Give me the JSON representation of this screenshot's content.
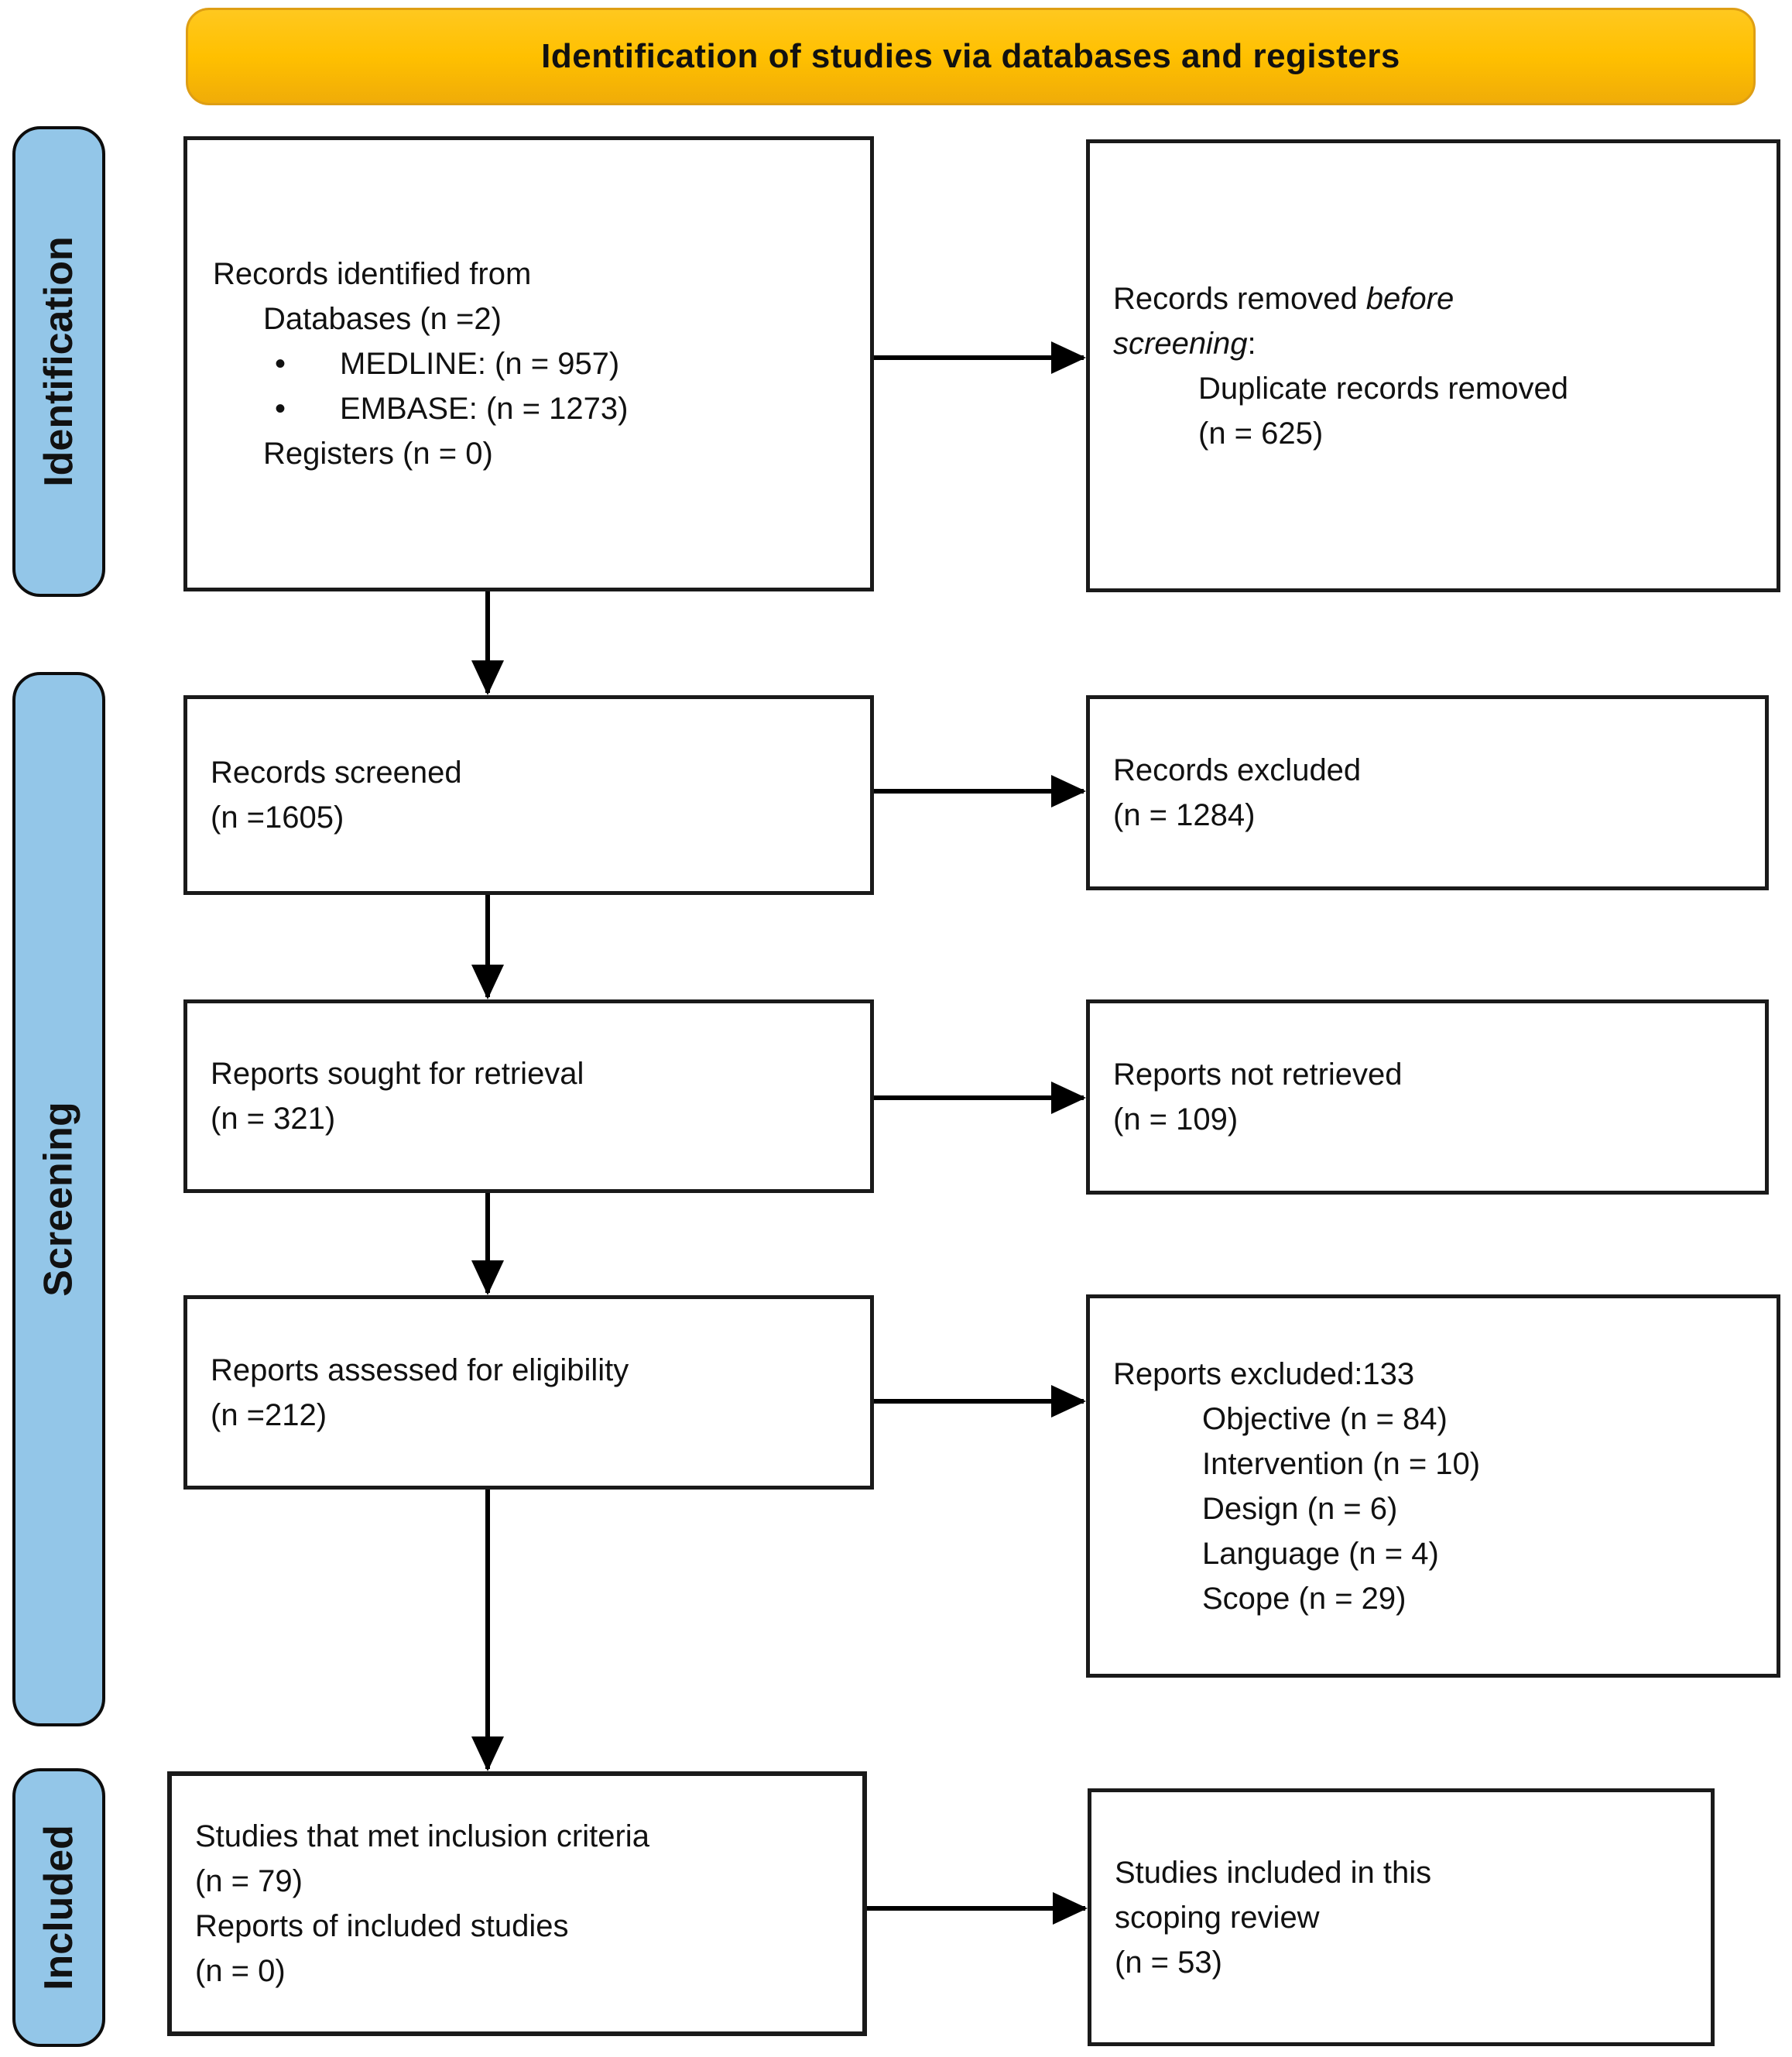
{
  "colors": {
    "header_bg": "#FFC000",
    "header_border": "#DE9E14",
    "sidebar_bg": "#93C6E8",
    "box_border": "#1A1A1A",
    "text": "#111111"
  },
  "header": {
    "title": "Identification of studies via databases and registers"
  },
  "sidebar": {
    "identification": "Identification",
    "screening": "Screening",
    "included": "Included"
  },
  "boxes": {
    "records_identified": {
      "line1": "Records identified from",
      "line2": "Databases (n =2)",
      "bullet_char": "•",
      "bullet1": "MEDLINE: (n = 957)",
      "bullet2": "EMBASE: (n = 1273)",
      "line3": "Registers (n = 0)"
    },
    "records_removed": {
      "line1_normal": "Records removed ",
      "line1_italic": "before",
      "line2_italic": "screening",
      "line2_normal": ":",
      "line3": "Duplicate records removed",
      "line4": "(n = 625)"
    },
    "records_screened": {
      "line1": "Records screened",
      "line2": "(n =1605)"
    },
    "records_excluded": {
      "line1": "Records excluded",
      "line2": "(n = 1284)"
    },
    "reports_sought": {
      "line1": "Reports sought for retrieval",
      "line2": "(n = 321)"
    },
    "reports_not_retrieved": {
      "line1": "Reports not retrieved",
      "line2": "(n = 109)"
    },
    "reports_assessed": {
      "line1": "Reports assessed for eligibility",
      "line2": "(n =212)"
    },
    "reports_excluded": {
      "line1": "Reports excluded:133",
      "reasons": [
        "Objective (n = 84)",
        "Intervention (n = 10)",
        "Design (n = 6)",
        "Language (n = 4)",
        "Scope (n = 29)"
      ]
    },
    "studies_met": {
      "line1": "Studies that met inclusion criteria",
      "line2": "(n = 79)",
      "line3": "Reports of included studies",
      "line4": "(n = 0)"
    },
    "studies_included": {
      "line1": "Studies included in this",
      "line2": "scoping review",
      "line3": "(n = 53)"
    }
  }
}
